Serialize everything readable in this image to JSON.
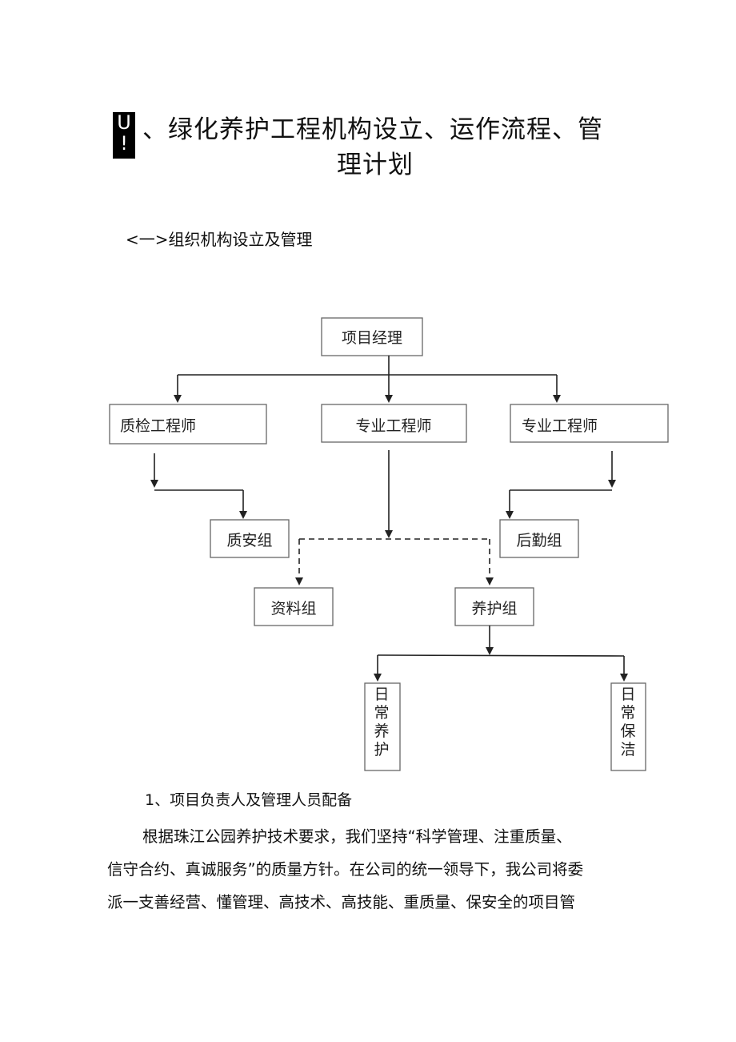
{
  "title": {
    "badge_top": "U",
    "badge_bottom": "!",
    "line1": "、绿化养护工程机构设立、运作流程、管",
    "line2": "理计划"
  },
  "section_heading": "<一>组织机构设立及管理",
  "org_chart": {
    "root": "项目经理",
    "level2": [
      "质检工程师",
      "专业工程师",
      "专业工程师"
    ],
    "level3": [
      "质安组",
      "后勤组"
    ],
    "level4": [
      "资料组",
      "养护组"
    ],
    "level5": [
      "日常养护",
      "日常保洁"
    ]
  },
  "subheading": "1、项目负责人及管理人员配备",
  "paragraph": {
    "lines": [
      "根据珠江公园养护技术要求，我们坚持“科学管理、注重质量、",
      "信守合约、真诚服务”的质量方针。在公司的统一领导下，我公司将委",
      "派一支善经营、懂管理、高技术、高技能、重质量、保安全的项目管"
    ]
  }
}
